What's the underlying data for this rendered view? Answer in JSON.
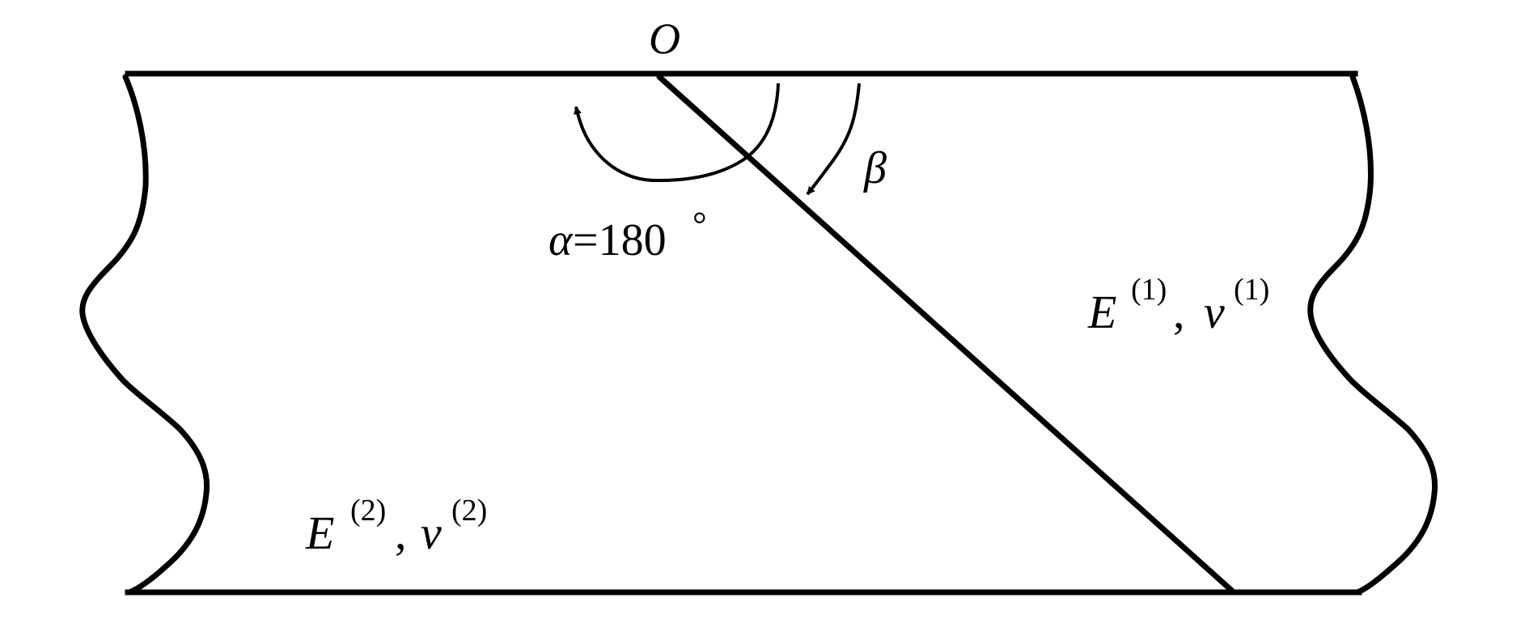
{
  "labels": {
    "origin": "O",
    "beta": "β",
    "alpha_symbol": "α",
    "alpha_value": "=180",
    "degree": "°",
    "material1": {
      "E": "E",
      "E_sup": "(1)",
      "sep": ",",
      "nu": "ν",
      "nu_sup": "(1)"
    },
    "material2": {
      "E": "E",
      "E_sup": "(2)",
      "sep": ",",
      "nu": "ν",
      "nu_sup": "(2)"
    }
  },
  "colors": {
    "ink": "#000000",
    "background": "#ffffff"
  }
}
